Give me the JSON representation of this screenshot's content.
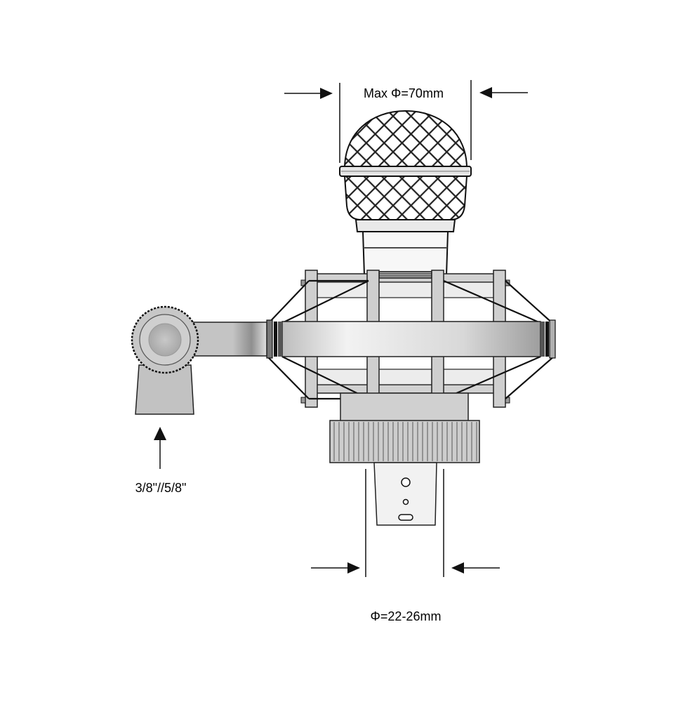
{
  "labels": {
    "top_dimension": "Max Φ=70mm",
    "thread_size": "3/8\"//5/8\"",
    "bottom_dimension": "Φ=22-26mm"
  },
  "colors": {
    "line": "#111111",
    "metal_light": "#d9d9d9",
    "metal_mid": "#b5b5b5",
    "metal_dark": "#8a8a8a",
    "background": "#ffffff"
  }
}
